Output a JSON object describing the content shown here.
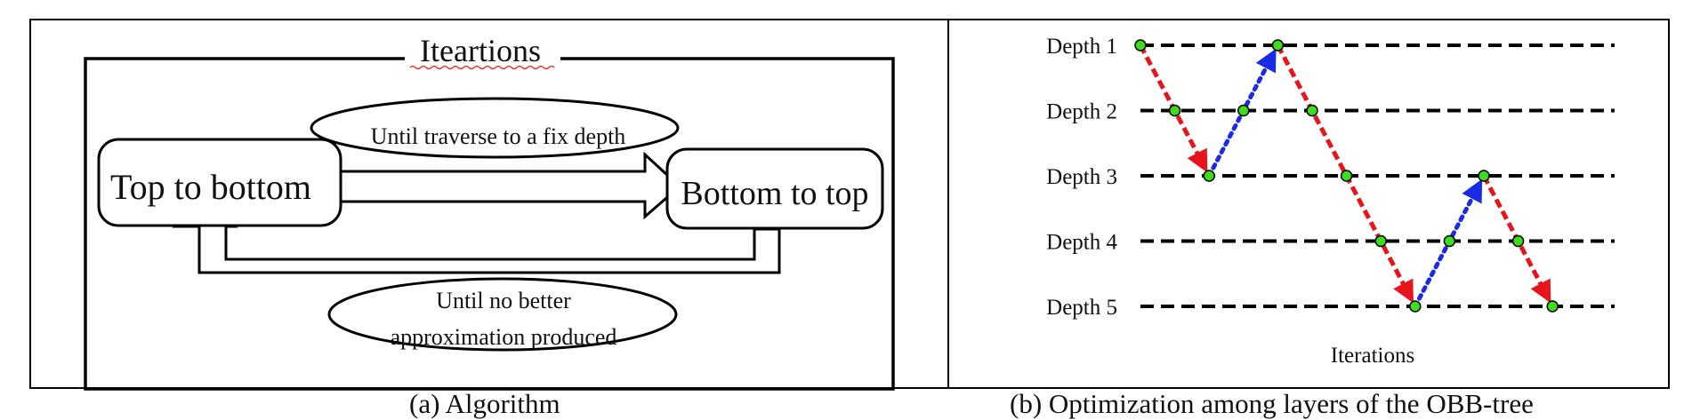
{
  "panel_a": {
    "title": "Iteartions",
    "box_left": "Top to bottom",
    "box_right": "Bottom to top",
    "ellipse_top": "Until traverse to a fix depth",
    "ellipse_bottom_line1": "Until no better",
    "ellipse_bottom_line2": "approximation produced",
    "caption": "(a) Algorithm"
  },
  "panel_b": {
    "depth_labels": [
      "Depth 1",
      "Depth 2",
      "Depth 3",
      "Depth 4",
      "Depth 5"
    ],
    "x_label": "Iterations",
    "caption": "(b) Optimization among layers of the OBB-tree",
    "nodes": [
      {
        "iteration": 0,
        "depth": 1
      },
      {
        "iteration": 1,
        "depth": 2
      },
      {
        "iteration": 2,
        "depth": 3
      },
      {
        "iteration": 3,
        "depth": 2
      },
      {
        "iteration": 4,
        "depth": 1
      },
      {
        "iteration": 5,
        "depth": 2
      },
      {
        "iteration": 6,
        "depth": 3
      },
      {
        "iteration": 7,
        "depth": 4
      },
      {
        "iteration": 8,
        "depth": 5
      },
      {
        "iteration": 9,
        "depth": 4
      },
      {
        "iteration": 10,
        "depth": 3
      },
      {
        "iteration": 11,
        "depth": 4
      },
      {
        "iteration": 12,
        "depth": 5
      }
    ],
    "arrows": [
      {
        "from": 0,
        "to": 2,
        "direction": "down",
        "color": "#e8141c"
      },
      {
        "from": 2,
        "to": 4,
        "direction": "up",
        "color": "#1a2be6"
      },
      {
        "from": 4,
        "to": 8,
        "direction": "down",
        "color": "#e8141c"
      },
      {
        "from": 8,
        "to": 10,
        "direction": "up",
        "color": "#1a2be6"
      },
      {
        "from": 10,
        "to": 12,
        "direction": "down",
        "color": "#e8141c"
      }
    ],
    "node_color": "#3ddc1e"
  }
}
